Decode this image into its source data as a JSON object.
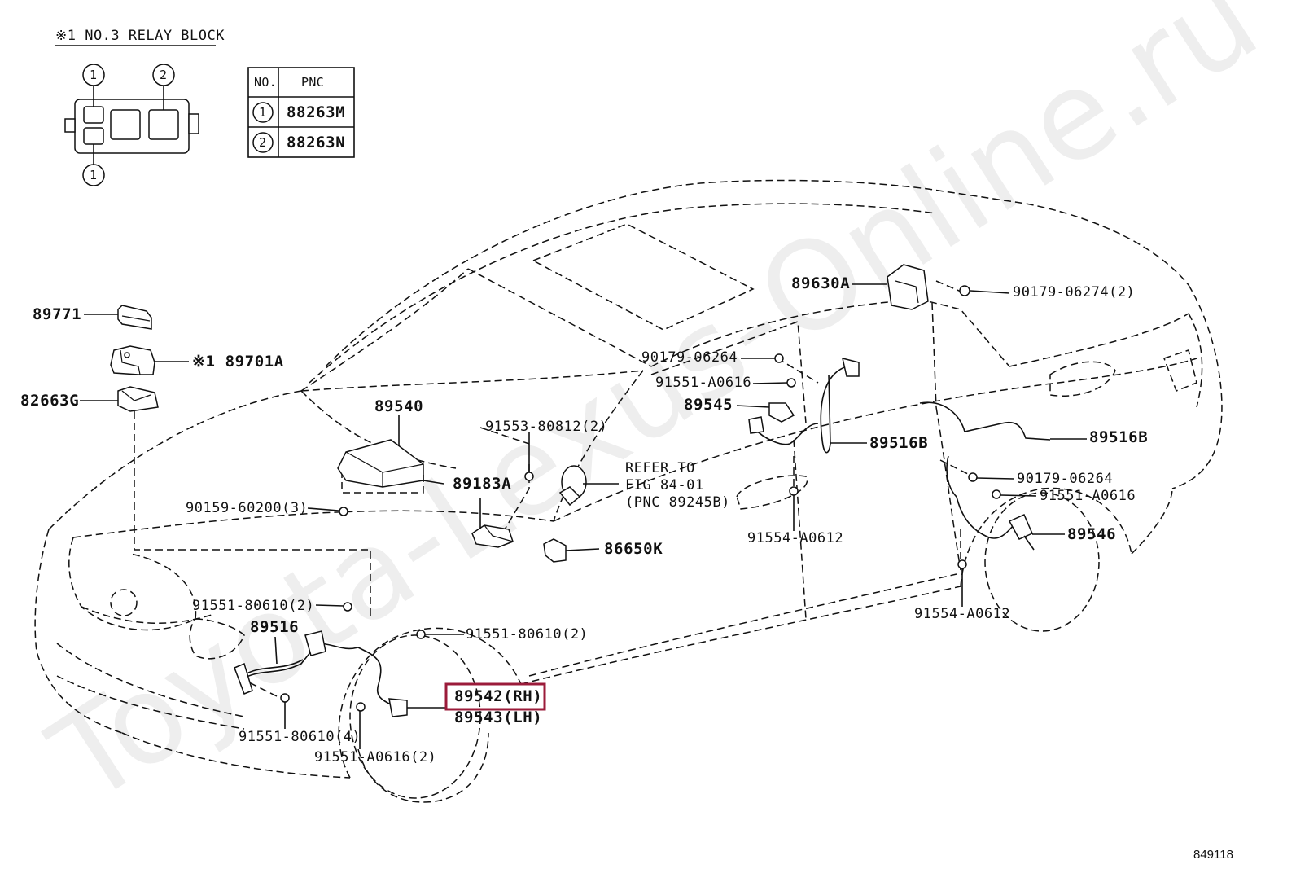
{
  "relay_block": {
    "title": "※1 NO.3 RELAY BLOCK",
    "callout_1": "1",
    "callout_2": "2"
  },
  "pnc_table": {
    "headers": [
      "NO.",
      "PNC"
    ],
    "rows": [
      {
        "no": "1",
        "pnc": "88263M"
      },
      {
        "no": "2",
        "pnc": "88263N"
      }
    ]
  },
  "labels": {
    "p89771": "89771",
    "p89701a": "※1 89701A",
    "p82663g": "82663G",
    "p89540": "89540",
    "p90159": "90159-60200(3)",
    "p91553": "91553-80812(2)",
    "p89183a": "89183A",
    "refer_1": "REFER TO",
    "refer_2": "FIG 84-01",
    "refer_3": "(PNC 89245B)",
    "p86650k": "86650K",
    "p91551_80610_2a": "91551-80610(2)",
    "p89516": "89516",
    "p91551_80610_2b": "91551-80610(2)",
    "p89542": "89542(RH)",
    "p89543": "89543(LH)",
    "p91551_80610_4": "91551-80610(4)",
    "p91551_a0616_2": "91551-A0616(2)",
    "p89630a": "89630A",
    "p90179_06274": "90179-06274(2)",
    "p90179_06264a": "90179-06264",
    "p91551_a0616a": "91551-A0616",
    "p89545": "89545",
    "p89516b_a": "89516B",
    "p91554_a0612a": "91554-A0612",
    "p89516b_b": "89516B",
    "p90179_06264b": "90179-06264",
    "p91551_a0616b": "91551-A0616",
    "p89546": "89546",
    "p91554_a0612b": "91554-A0612"
  },
  "figure_number": "849118",
  "watermark": "Toyota-Lexus-Online.ru",
  "highlight_color": "#9b1b3a"
}
